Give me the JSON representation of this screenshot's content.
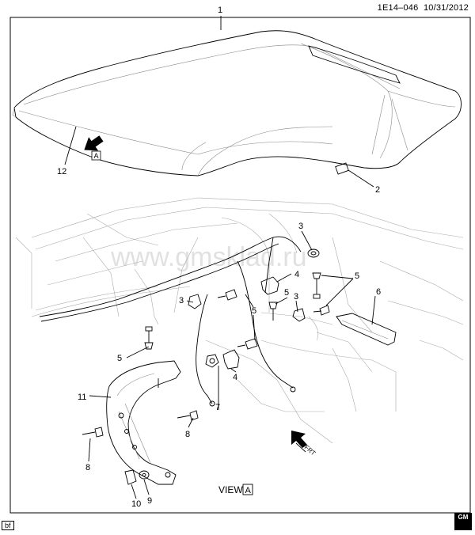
{
  "header": {
    "doc_id": "1E14–046",
    "date": "10/31/2012"
  },
  "footer": {
    "corner_tag": "bf",
    "logo_text": "GM"
  },
  "watermark": "www.gmsklad.ru",
  "view": {
    "label": "VIEW",
    "letter": "A"
  },
  "fwd_arrow": {
    "label": "FRT"
  },
  "callouts": {
    "c1": "1",
    "c2": "2",
    "c12": "12",
    "c3a": "3",
    "c3b": "3",
    "c3c": "3",
    "c4a": "4",
    "c4b": "4",
    "c5a": "5",
    "c5b": "5",
    "c5c": "5",
    "c5d": "5",
    "c6": "6",
    "c7": "7",
    "c8a": "8",
    "c8b": "8",
    "c9": "9",
    "c10": "10",
    "c11": "11"
  }
}
